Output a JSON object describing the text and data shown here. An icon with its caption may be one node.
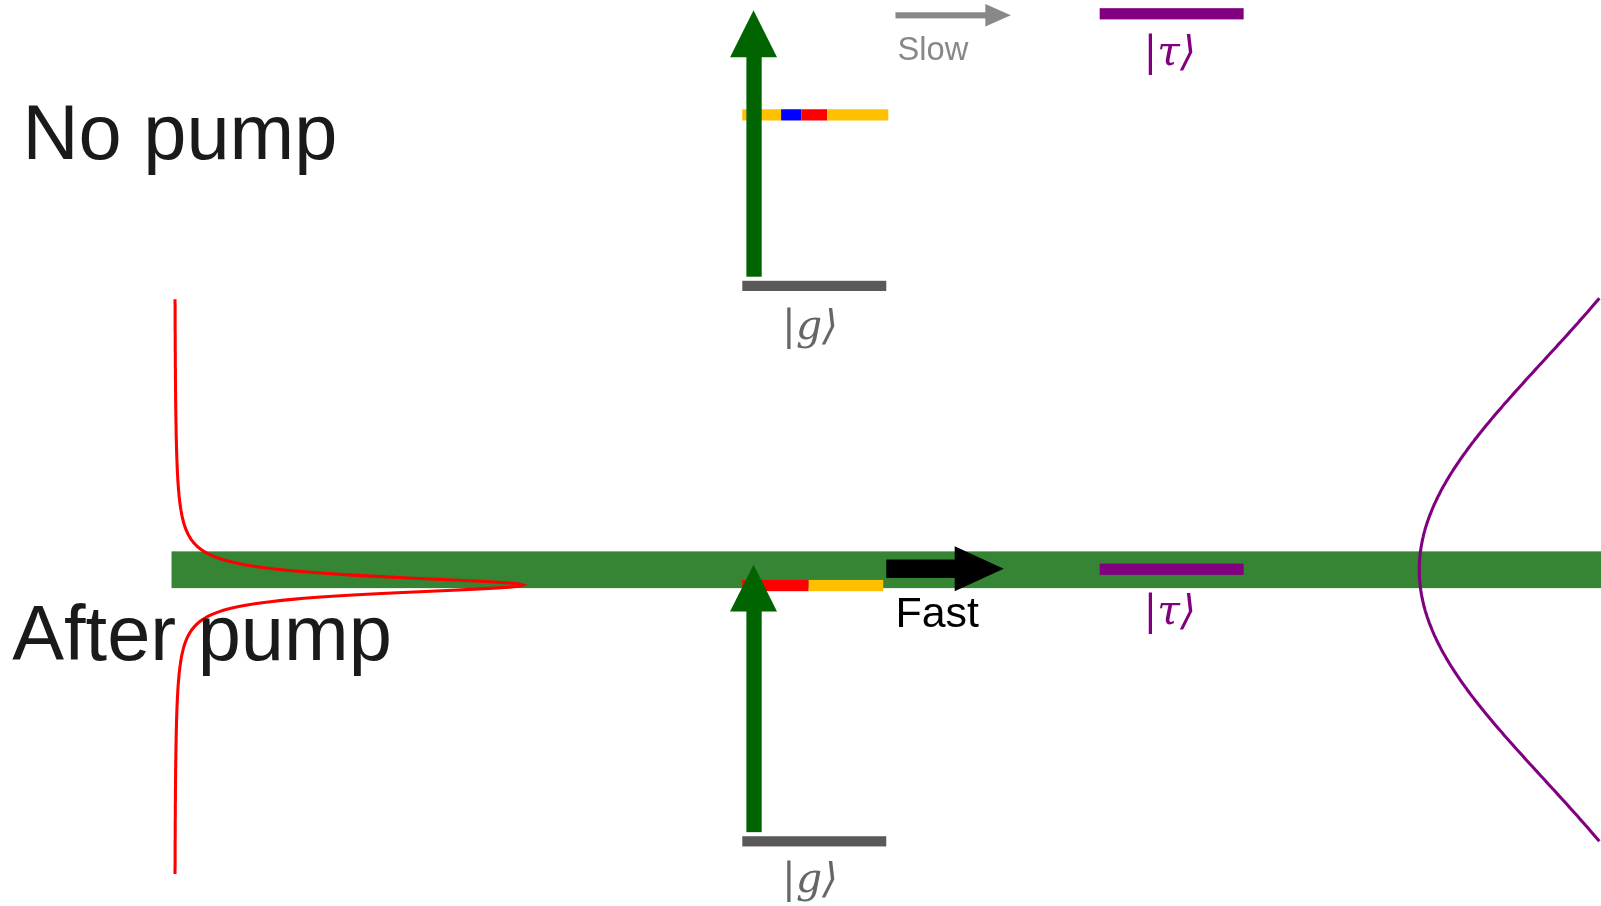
{
  "diagram": {
    "labels": [
      "Slow",
      "|τ⟩",
      "No pump",
      "|g⟩",
      "Fast",
      "|τ⟩",
      "After pump",
      "|g⟩"
    ]
  }
}
